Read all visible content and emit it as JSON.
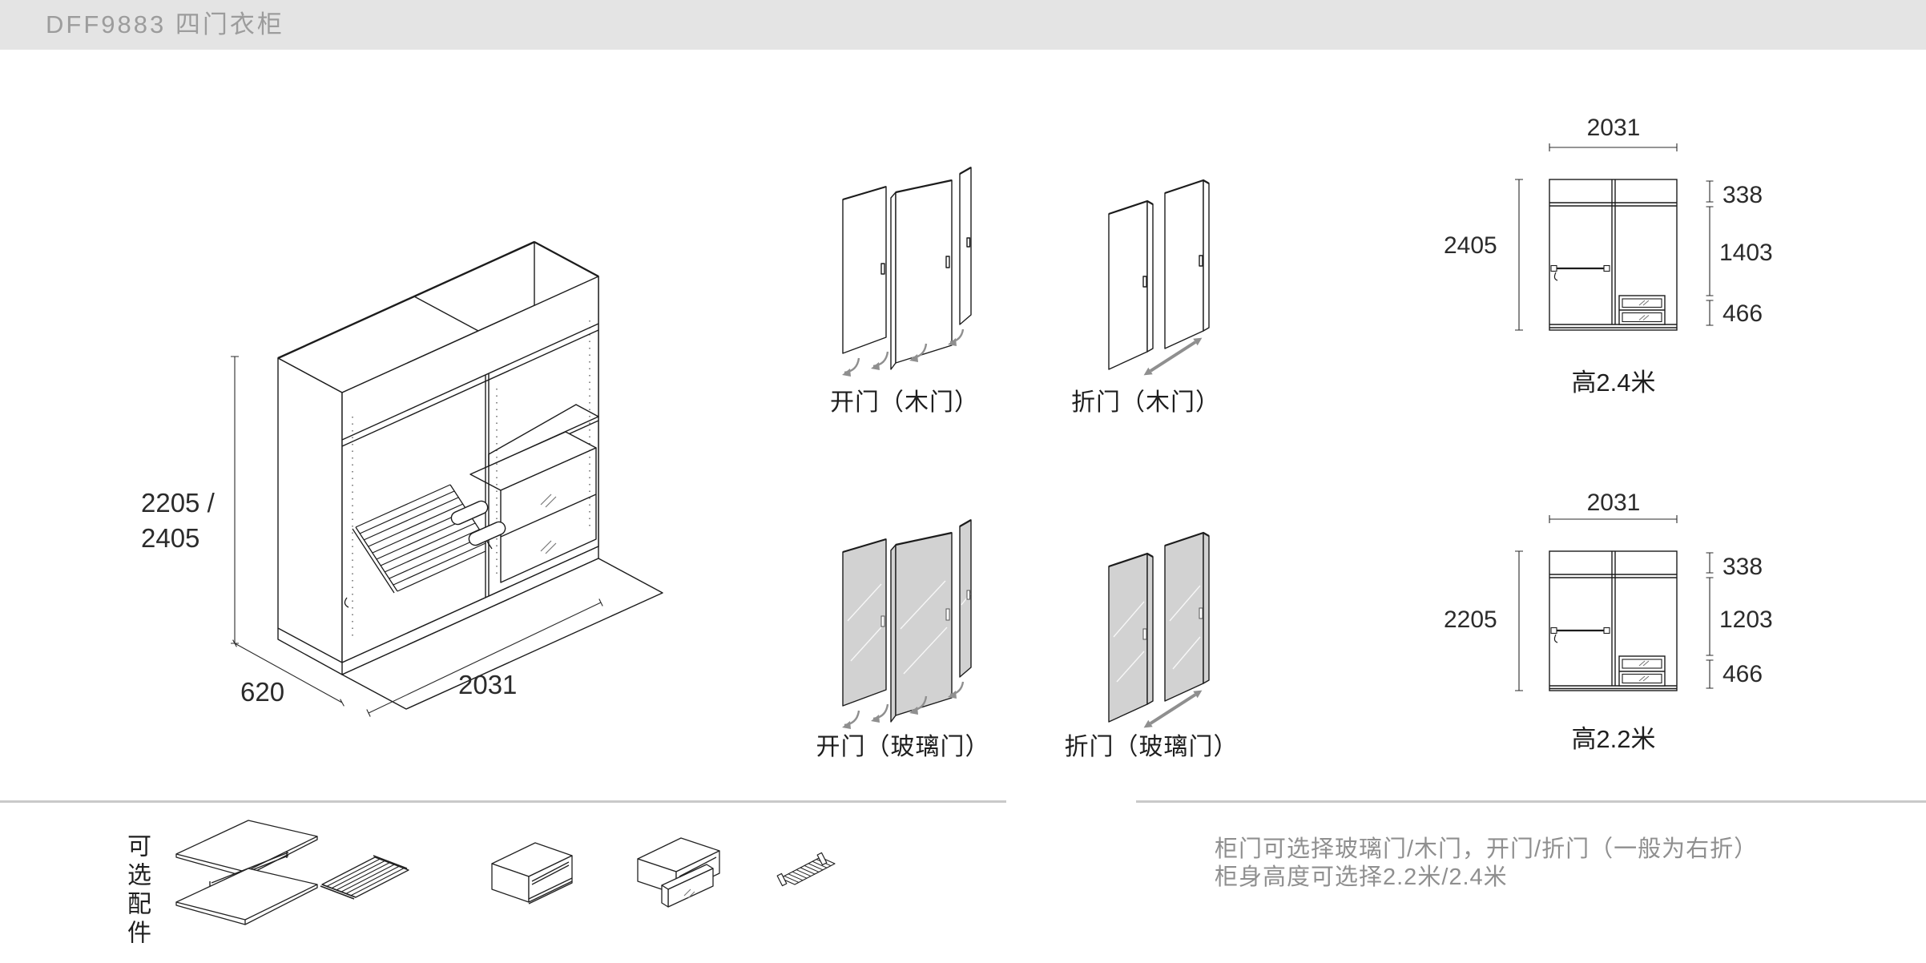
{
  "header": {
    "title": "DFF9883 四门衣柜"
  },
  "colors": {
    "header_bg": "#e4e4e4",
    "header_text": "#9c9c9c",
    "line": "#1c1c1c",
    "dim_text": "#2b2b2b",
    "arrow_gray": "#8f8f8f",
    "glass_fill": "#d2d2d2",
    "note_text": "#8f8f8f",
    "divider_rule": "#c9c9c9"
  },
  "isometric": {
    "height_line1": "2205 /",
    "height_line2": "2405",
    "depth": "620",
    "width": "2031"
  },
  "doors": {
    "items": [
      {
        "label": "开门（木门）"
      },
      {
        "label": "折门（木门）"
      },
      {
        "label": "开门（玻璃门）"
      },
      {
        "label": "折门（玻璃门）"
      }
    ]
  },
  "elevations": [
    {
      "width_dim": "2031",
      "height_dim": "2405",
      "seg_top": "338",
      "seg_mid": "1403",
      "seg_bottom": "466",
      "caption": "高2.4米"
    },
    {
      "width_dim": "2031",
      "height_dim": "2205",
      "seg_top": "338",
      "seg_mid": "1203",
      "seg_bottom": "466",
      "caption": "高2.2米"
    }
  ],
  "accessories": {
    "label": "可选配件",
    "items": [
      "shelves-with-rod-icon",
      "pants-rack-icon",
      "open-shelf-box-icon",
      "glass-drawer-box-icon",
      "tie-rack-icon"
    ]
  },
  "notes": {
    "line1": "柜门可选择玻璃门/木门，开门/折门（一般为右折）",
    "line2": "柜身高度可选择2.2米/2.4米"
  }
}
